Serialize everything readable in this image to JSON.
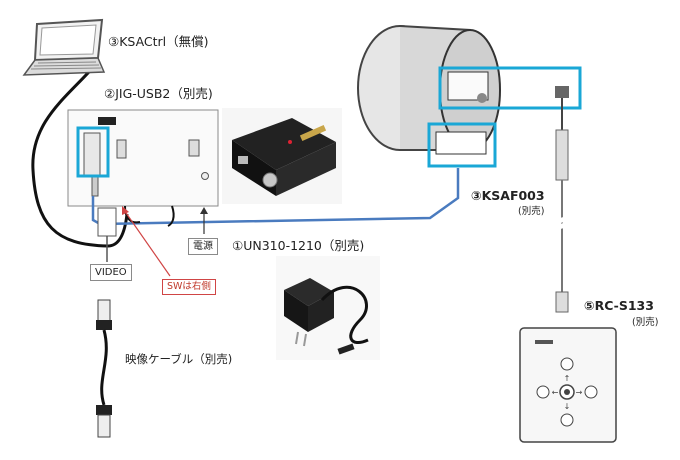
{
  "labels": {
    "ksactrl": "③KSACtrl（無償)",
    "jig_usb2": "②JIG-USB2（別売)",
    "ksaf003": "③KSAF003",
    "ksaf003_sub": "(別売)",
    "un310": "①UN310-1210（別売)",
    "rc_s133": "⑤RC-S133",
    "rc_s133_sub": "(別売)",
    "video": "VIDEO",
    "power": "電源",
    "sw_note": "SWは右側",
    "cable": "映像ケーブル（別売)"
  },
  "colors": {
    "highlight": "#1aa7d6",
    "cable_blue": "#4a7bbf",
    "note_red": "#d04545"
  }
}
